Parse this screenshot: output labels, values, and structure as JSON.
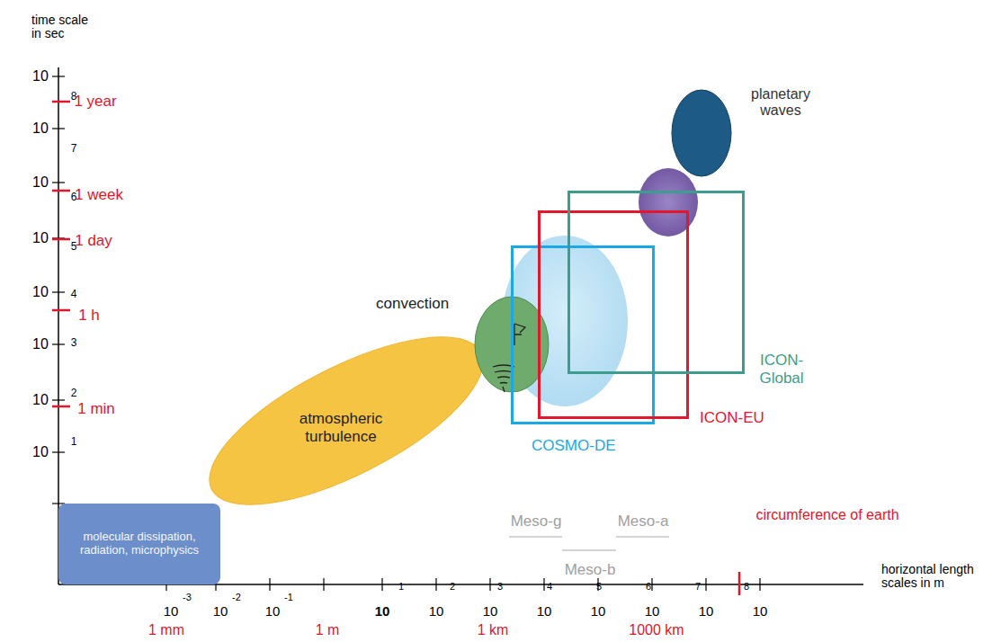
{
  "diagram": {
    "nodes": [
      {
        "text": [
          "molecular dissipation, radiation, microphysics"
        ]
      },
      {
        "text": [
          "atmospheric turbulence"
        ]
      },
      {
        "text": [
          "convection"
        ]
      },
      {
        "text": [
          "COSMO-DE"
        ]
      },
      {
        "text": [
          "ICON-EU"
        ]
      },
      {
        "text": [
          "ICON- Global"
        ]
      },
      {
        "text": [
          "planetary waves"
        ]
      }
    ],
    "labels": [
      "time scale in sec",
      "10",
      "8",
      "1 year",
      "10",
      "7",
      "10",
      "6",
      "1 week",
      "10",
      "5",
      "1 day",
      "10",
      "4",
      "1 h",
      "10",
      "3",
      "10",
      "2",
      "1 min",
      "10",
      "1",
      "Meso-g",
      "Meso-a",
      "circumference of earth",
      "Meso-b",
      "10",
      "-3",
      "10",
      "-2",
      "10",
      "-1",
      "10",
      "1",
      "10",
      "2",
      "10",
      "3",
      "10",
      "4",
      "10",
      "5",
      "10",
      "6",
      "10",
      "7",
      "10",
      "8",
      "horizontal length scales in m",
      "1 mm",
      "1 m",
      "1 km",
      "1000 km"
    ]
  }
}
